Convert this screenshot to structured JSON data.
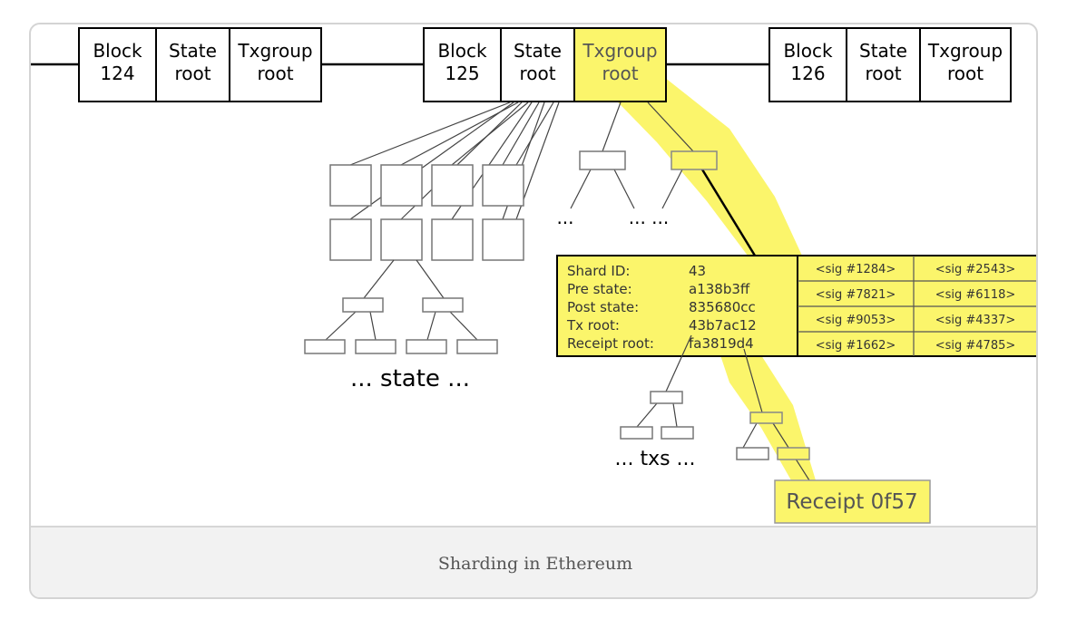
{
  "diagram": {
    "blocks": [
      {
        "block": [
          "Block",
          "124"
        ],
        "state": [
          "State",
          "root"
        ],
        "txgroup": [
          "Txgroup",
          "root"
        ]
      },
      {
        "block": [
          "Block",
          "125"
        ],
        "state": [
          "State",
          "root"
        ],
        "txgroup": [
          "Txgroup",
          "root"
        ]
      },
      {
        "block": [
          "Block",
          "126"
        ],
        "state": [
          "State",
          "root"
        ],
        "txgroup": [
          "Txgroup",
          "root"
        ]
      }
    ],
    "state_label": "... state ...",
    "txgroup_ellipsis": [
      "...",
      "... ..."
    ],
    "collation": {
      "fields": [
        {
          "label": "Shard ID:",
          "value": "43"
        },
        {
          "label": "Pre state:",
          "value": "a138b3ff"
        },
        {
          "label": "Post state:",
          "value": "835680cc"
        },
        {
          "label": "Tx root:",
          "value": "43b7ac12"
        },
        {
          "label": "Receipt root:",
          "value": "fa3819d4"
        }
      ],
      "signatures": [
        [
          "<sig #1284>",
          "<sig #2543>"
        ],
        [
          "<sig #7821>",
          "<sig #6118>"
        ],
        [
          "<sig #9053>",
          "<sig #4337>"
        ],
        [
          "<sig #1662>",
          "<sig #4785>"
        ]
      ]
    },
    "txs_label": "... txs ...",
    "receipt_label": "Receipt 0f57",
    "highlight_color": "#fbf56b"
  },
  "caption": "Sharding in Ethereum"
}
